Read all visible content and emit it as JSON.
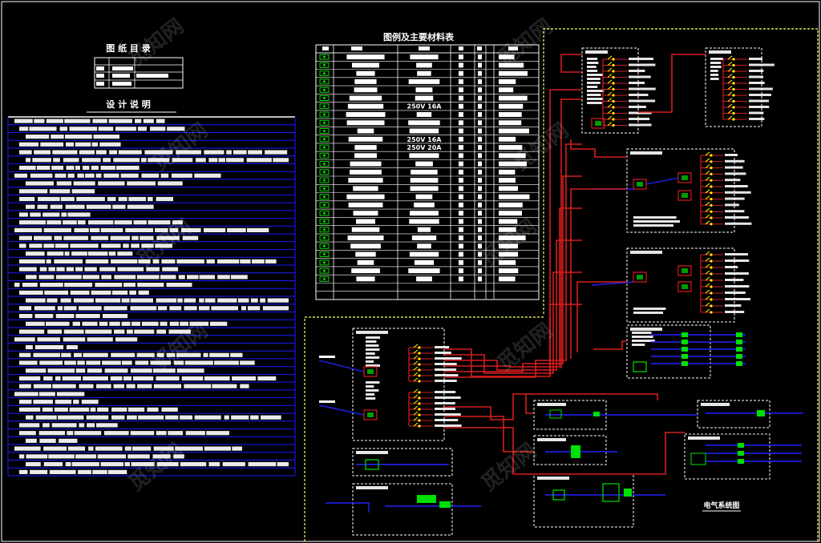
{
  "drawing_index": {
    "title": "图 纸 目 录",
    "rows": [
      "",
      "",
      "",
      ""
    ]
  },
  "design_notes": {
    "title": "设 计 说 明",
    "line_count": 46
  },
  "materials_table": {
    "title": "图例及主要材料表",
    "columns": [
      "",
      "",
      "",
      "",
      "",
      ""
    ],
    "row_count": 28,
    "specs": [
      "",
      "",
      "",
      "",
      "",
      "",
      "250V 16A",
      "",
      "",
      "",
      "250V 16A",
      "250V 20A",
      "",
      "",
      "",
      "",
      "",
      "",
      "",
      "",
      "",
      "",
      "",
      "",
      "",
      "",
      "",
      ""
    ]
  },
  "system_title": "电气系统图",
  "colors": {
    "background": "#000000",
    "frame": "#ffffff",
    "notes_lines": "#1a1aff",
    "feeder": "#d81d1d",
    "bus": "#2222ff",
    "breaker": "#00e000",
    "symbol": "#ffff00",
    "dashed_frame": "#ffff66"
  },
  "watermark": "觅知网"
}
